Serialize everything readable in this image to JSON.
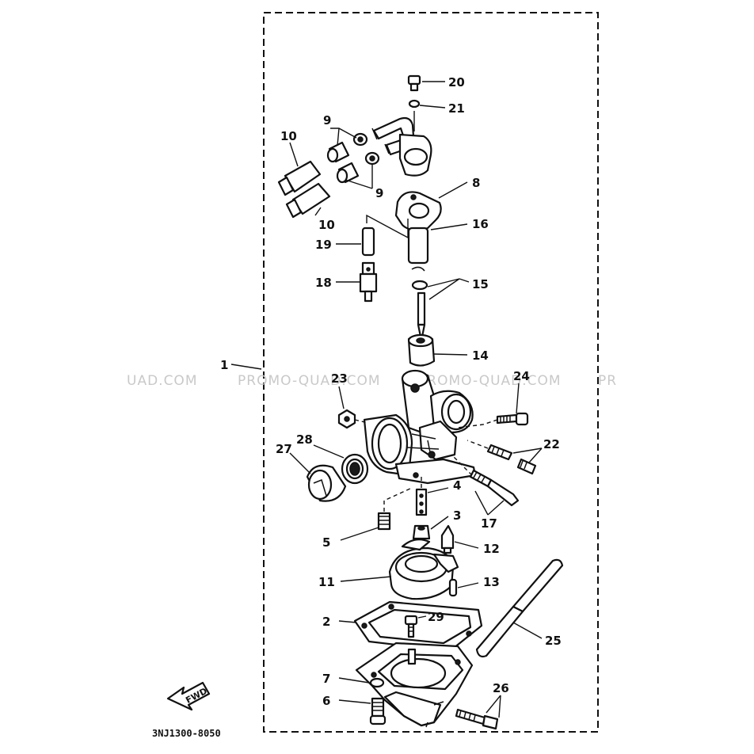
{
  "diagram": {
    "drawing_code": "3NJ1300-8050",
    "direction_label": "FWD",
    "watermark": [
      "UAD.COM",
      "PROMO-QUAD.COM",
      "PROMO-QUAD.COM",
      "PR"
    ],
    "callouts": [
      "1",
      "2",
      "3",
      "4",
      "5",
      "6",
      "7",
      "8",
      "9",
      "9",
      "10",
      "10",
      "11",
      "12",
      "13",
      "14",
      "15",
      "16",
      "17",
      "18",
      "19",
      "20",
      "21",
      "22",
      "23",
      "24",
      "25",
      "26",
      "27",
      "28",
      "29"
    ]
  }
}
